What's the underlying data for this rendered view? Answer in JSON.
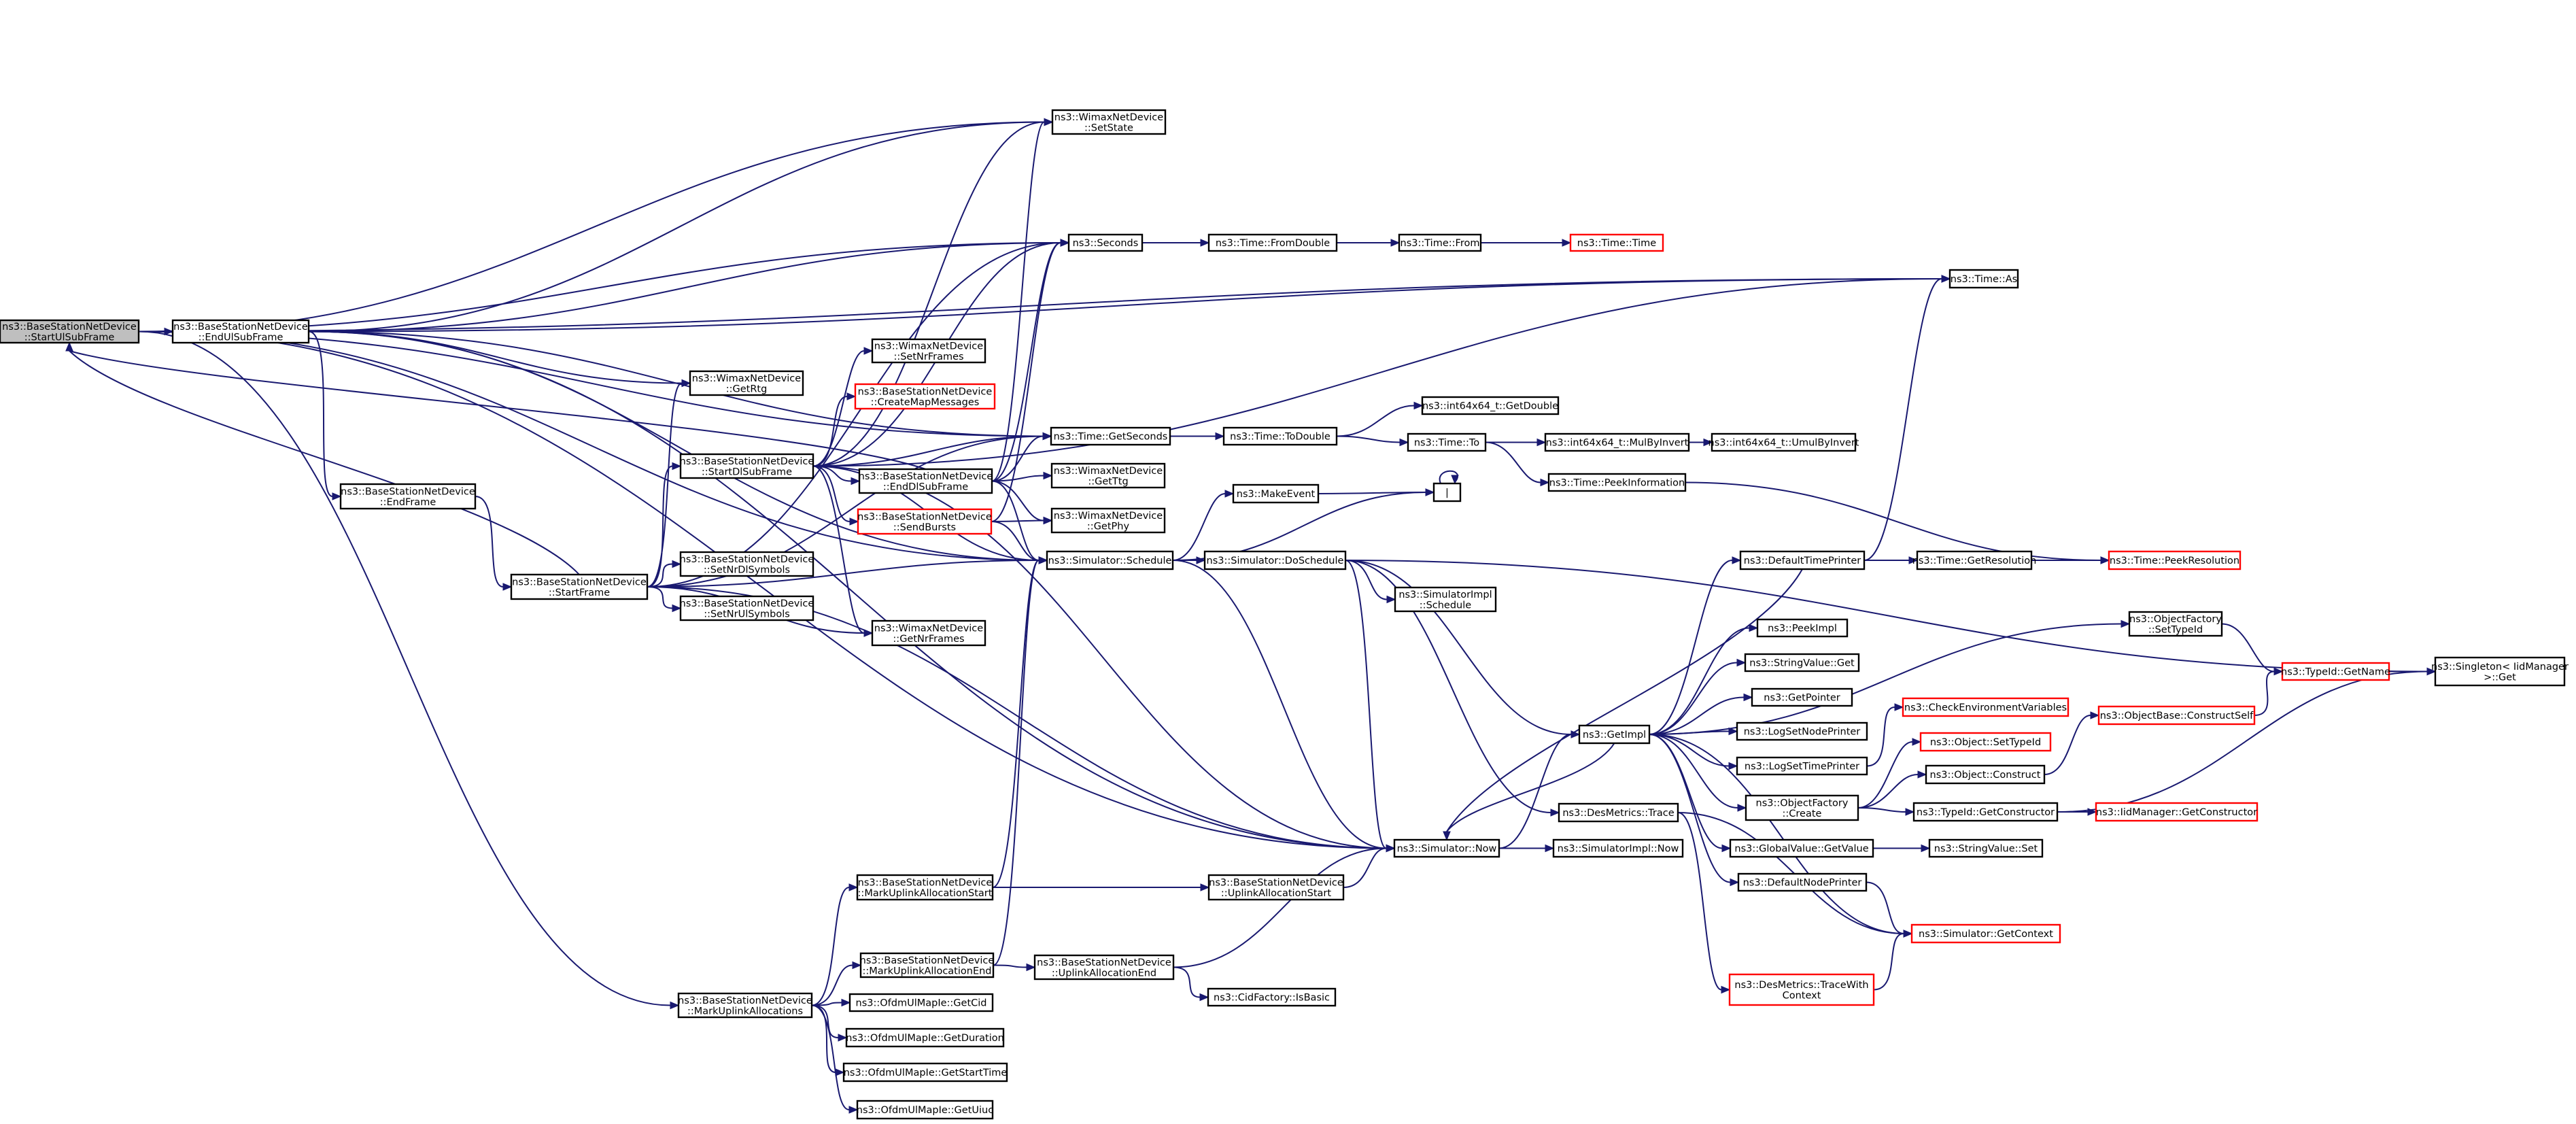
{
  "colors": {
    "edge": "#191970",
    "node_border": "#000000",
    "node_border_truncated": "#ff0000",
    "node_fill": "#ffffff",
    "root_fill": "#bfbfbf",
    "text": "#000000"
  },
  "nodes": [
    {
      "id": "n_startul",
      "lines": [
        "ns3::BaseStationNetDevice",
        "::StartUlSubFrame"
      ],
      "root": true
    },
    {
      "id": "n_endul",
      "lines": [
        "ns3::BaseStationNetDevice",
        "::EndUlSubFrame"
      ]
    },
    {
      "id": "n_setstate",
      "lines": [
        "ns3::WimaxNetDevice",
        "::SetState"
      ]
    },
    {
      "id": "n_seconds",
      "lines": [
        "ns3::Seconds"
      ]
    },
    {
      "id": "n_fromdouble",
      "lines": [
        "ns3::Time::FromDouble"
      ]
    },
    {
      "id": "n_from",
      "lines": [
        "ns3::Time::From"
      ]
    },
    {
      "id": "n_time",
      "lines": [
        "ns3::Time::Time"
      ],
      "truncated": true
    },
    {
      "id": "n_as",
      "lines": [
        "ns3::Time::As"
      ]
    },
    {
      "id": "n_setnrframes",
      "lines": [
        "ns3::WimaxNetDevice",
        "::SetNrFrames"
      ]
    },
    {
      "id": "n_createmap",
      "lines": [
        "ns3::BaseStationNetDevice",
        "::CreateMapMessages"
      ],
      "truncated": true
    },
    {
      "id": "n_getrtg",
      "lines": [
        "ns3::WimaxNetDevice",
        "::GetRtg"
      ]
    },
    {
      "id": "n_getseconds",
      "lines": [
        "ns3::Time::GetSeconds"
      ]
    },
    {
      "id": "n_todouble",
      "lines": [
        "ns3::Time::ToDouble"
      ]
    },
    {
      "id": "n_getdouble",
      "lines": [
        "ns3::int64x64_t::GetDouble"
      ]
    },
    {
      "id": "n_to",
      "lines": [
        "ns3::Time::To"
      ]
    },
    {
      "id": "n_mulbyinv",
      "lines": [
        "ns3::int64x64_t::MulByInvert"
      ]
    },
    {
      "id": "n_umulbyinv",
      "lines": [
        "ns3::int64x64_t::UmulByInvert"
      ]
    },
    {
      "id": "n_peekinfo",
      "lines": [
        "ns3::Time::PeekInformation"
      ]
    },
    {
      "id": "n_startdl",
      "lines": [
        "ns3::BaseStationNetDevice",
        "::StartDlSubFrame"
      ]
    },
    {
      "id": "n_enddl",
      "lines": [
        "ns3::BaseStationNetDevice",
        "::EndDlSubFrame"
      ]
    },
    {
      "id": "n_getttg",
      "lines": [
        "ns3::WimaxNetDevice",
        "::GetTtg"
      ]
    },
    {
      "id": "n_sendbursts",
      "lines": [
        "ns3::BaseStationNetDevice",
        "::SendBursts"
      ],
      "truncated": true
    },
    {
      "id": "n_getphy",
      "lines": [
        "ns3::WimaxNetDevice",
        "::GetPhy"
      ]
    },
    {
      "id": "n_endframe",
      "lines": [
        "ns3::BaseStationNetDevice",
        "::EndFrame"
      ]
    },
    {
      "id": "n_makeevent",
      "lines": [
        "ns3::MakeEvent"
      ]
    },
    {
      "id": "n_bar",
      "lines": [
        "|"
      ]
    },
    {
      "id": "n_schedule",
      "lines": [
        "ns3::Simulator::Schedule"
      ]
    },
    {
      "id": "n_doschedule",
      "lines": [
        "ns3::Simulator::DoSchedule"
      ]
    },
    {
      "id": "n_implsched",
      "lines": [
        "ns3::SimulatorImpl",
        "::Schedule"
      ]
    },
    {
      "id": "n_startframe",
      "lines": [
        "ns3::BaseStationNetDevice",
        "::StartFrame"
      ]
    },
    {
      "id": "n_setnrdl",
      "lines": [
        "ns3::BaseStationNetDevice",
        "::SetNrDlSymbols"
      ]
    },
    {
      "id": "n_setnrul",
      "lines": [
        "ns3::BaseStationNetDevice",
        "::SetNrUlSymbols"
      ]
    },
    {
      "id": "n_getnrframes",
      "lines": [
        "ns3::WimaxNetDevice",
        "::GetNrFrames"
      ]
    },
    {
      "id": "n_defaulttp",
      "lines": [
        "ns3::DefaultTimePrinter"
      ]
    },
    {
      "id": "n_getres",
      "lines": [
        "ns3::Time::GetResolution"
      ]
    },
    {
      "id": "n_peekres",
      "lines": [
        "ns3::Time::PeekResolution"
      ],
      "truncated": true
    },
    {
      "id": "n_peekimpl",
      "lines": [
        "ns3::PeekImpl"
      ]
    },
    {
      "id": "n_strvalget",
      "lines": [
        "ns3::StringValue::Get"
      ]
    },
    {
      "id": "n_getpointer",
      "lines": [
        "ns3::GetPointer"
      ]
    },
    {
      "id": "n_logsetnp",
      "lines": [
        "ns3::LogSetNodePrinter"
      ]
    },
    {
      "id": "n_logsettp",
      "lines": [
        "ns3::LogSetTimePrinter"
      ]
    },
    {
      "id": "n_getimpl",
      "lines": [
        "ns3::GetImpl"
      ]
    },
    {
      "id": "n_ofsettid",
      "lines": [
        "ns3::ObjectFactory",
        "::SetTypeId"
      ]
    },
    {
      "id": "n_tidgetname",
      "lines": [
        "ns3::TypeId::GetName"
      ],
      "truncated": true
    },
    {
      "id": "n_singleton",
      "lines": [
        "ns3::Singleton< IidManager",
        ">::Get"
      ]
    },
    {
      "id": "n_checkenv",
      "lines": [
        "ns3::CheckEnvironmentVariables"
      ],
      "truncated": true
    },
    {
      "id": "n_obconstruct",
      "lines": [
        "ns3::ObjectBase::ConstructSelf"
      ],
      "truncated": true
    },
    {
      "id": "n_objsettid",
      "lines": [
        "ns3::Object::SetTypeId"
      ],
      "truncated": true
    },
    {
      "id": "n_objconstruct",
      "lines": [
        "ns3::Object::Construct"
      ]
    },
    {
      "id": "n_ofcreate",
      "lines": [
        "ns3::ObjectFactory",
        "::Create"
      ]
    },
    {
      "id": "n_tidgetctor",
      "lines": [
        "ns3::TypeId::GetConstructor"
      ]
    },
    {
      "id": "n_iidgetctor",
      "lines": [
        "ns3::IidManager::GetConstructor"
      ],
      "truncated": true
    },
    {
      "id": "n_desmtrace",
      "lines": [
        "ns3::DesMetrics::Trace"
      ]
    },
    {
      "id": "n_now",
      "lines": [
        "ns3::Simulator::Now"
      ]
    },
    {
      "id": "n_implnow",
      "lines": [
        "ns3::SimulatorImpl::Now"
      ]
    },
    {
      "id": "n_gvgetvalue",
      "lines": [
        "ns3::GlobalValue::GetValue"
      ]
    },
    {
      "id": "n_strvalset",
      "lines": [
        "ns3::StringValue::Set"
      ]
    },
    {
      "id": "n_defaultnp",
      "lines": [
        "ns3::DefaultNodePrinter"
      ]
    },
    {
      "id": "n_markulstart",
      "lines": [
        "ns3::BaseStationNetDevice",
        "::MarkUplinkAllocationStart"
      ]
    },
    {
      "id": "n_ulstart",
      "lines": [
        "ns3::BaseStationNetDevice",
        "::UplinkAllocationStart"
      ]
    },
    {
      "id": "n_getcontext",
      "lines": [
        "ns3::Simulator::GetContext"
      ],
      "truncated": true
    },
    {
      "id": "n_tracewctx",
      "lines": [
        "ns3::DesMetrics::TraceWith",
        "Context"
      ],
      "truncated": true
    },
    {
      "id": "n_markulend",
      "lines": [
        "ns3::BaseStationNetDevice",
        "::MarkUplinkAllocationEnd"
      ]
    },
    {
      "id": "n_ulend",
      "lines": [
        "ns3::BaseStationNetDevice",
        "::UplinkAllocationEnd"
      ]
    },
    {
      "id": "n_cidisbasic",
      "lines": [
        "ns3::CidFactory::IsBasic"
      ]
    },
    {
      "id": "n_markulalloc",
      "lines": [
        "ns3::BaseStationNetDevice",
        "::MarkUplinkAllocations"
      ]
    },
    {
      "id": "n_getcid",
      "lines": [
        "ns3::OfdmUlMapIe::GetCid"
      ]
    },
    {
      "id": "n_getduration",
      "lines": [
        "ns3::OfdmUlMapIe::GetDuration"
      ]
    },
    {
      "id": "n_getstarttime",
      "lines": [
        "ns3::OfdmUlMapIe::GetStartTime"
      ]
    },
    {
      "id": "n_getuiuc",
      "lines": [
        "ns3::OfdmUlMapIe::GetUiuc"
      ]
    }
  ],
  "edges": [
    [
      "n_startul",
      "n_endul"
    ],
    [
      "n_startul",
      "n_setstate"
    ],
    [
      "n_startul",
      "n_seconds"
    ],
    [
      "n_startul",
      "n_as"
    ],
    [
      "n_startul",
      "n_getseconds"
    ],
    [
      "n_startul",
      "n_schedule"
    ],
    [
      "n_startul",
      "n_now"
    ],
    [
      "n_startul",
      "n_markulalloc"
    ],
    [
      "n_endul",
      "n_setstate"
    ],
    [
      "n_endul",
      "n_seconds"
    ],
    [
      "n_endul",
      "n_as"
    ],
    [
      "n_endul",
      "n_getrtg"
    ],
    [
      "n_endul",
      "n_getseconds"
    ],
    [
      "n_endul",
      "n_endframe"
    ],
    [
      "n_endul",
      "n_schedule"
    ],
    [
      "n_endul",
      "n_now"
    ],
    [
      "n_endframe",
      "n_startframe"
    ],
    [
      "n_startframe",
      "n_getrtg"
    ],
    [
      "n_startframe",
      "n_startdl"
    ],
    [
      "n_startframe",
      "n_setnrdl"
    ],
    [
      "n_startframe",
      "n_setnrul"
    ],
    [
      "n_startframe",
      "n_getnrframes"
    ],
    [
      "n_startframe",
      "n_getseconds"
    ],
    [
      "n_startframe",
      "n_schedule"
    ],
    [
      "n_startframe",
      "n_now"
    ],
    [
      "n_startframe",
      "n_seconds"
    ],
    [
      "n_startframe",
      "n_startul"
    ],
    [
      "n_startdl",
      "n_setstate"
    ],
    [
      "n_startdl",
      "n_seconds"
    ],
    [
      "n_startdl",
      "n_as"
    ],
    [
      "n_startdl",
      "n_setnrframes"
    ],
    [
      "n_startdl",
      "n_createmap"
    ],
    [
      "n_startdl",
      "n_getseconds"
    ],
    [
      "n_startdl",
      "n_enddl"
    ],
    [
      "n_startdl",
      "n_sendbursts"
    ],
    [
      "n_startdl",
      "n_schedule"
    ],
    [
      "n_startdl",
      "n_getnrframes"
    ],
    [
      "n_startdl",
      "n_now"
    ],
    [
      "n_enddl",
      "n_setstate"
    ],
    [
      "n_enddl",
      "n_seconds"
    ],
    [
      "n_enddl",
      "n_getseconds"
    ],
    [
      "n_enddl",
      "n_getttg"
    ],
    [
      "n_enddl",
      "n_getphy"
    ],
    [
      "n_enddl",
      "n_schedule"
    ],
    [
      "n_enddl",
      "n_startul"
    ],
    [
      "n_sendbursts",
      "n_seconds"
    ],
    [
      "n_sendbursts",
      "n_getphy"
    ],
    [
      "n_sendbursts",
      "n_schedule"
    ],
    [
      "n_seconds",
      "n_fromdouble"
    ],
    [
      "n_fromdouble",
      "n_from"
    ],
    [
      "n_from",
      "n_time"
    ],
    [
      "n_getseconds",
      "n_todouble"
    ],
    [
      "n_todouble",
      "n_getdouble"
    ],
    [
      "n_todouble",
      "n_to"
    ],
    [
      "n_to",
      "n_mulbyinv"
    ],
    [
      "n_to",
      "n_peekinfo"
    ],
    [
      "n_mulbyinv",
      "n_umulbyinv"
    ],
    [
      "n_peekinfo",
      "n_peekres"
    ],
    [
      "n_schedule",
      "n_makeevent"
    ],
    [
      "n_schedule",
      "n_bar"
    ],
    [
      "n_schedule",
      "n_doschedule"
    ],
    [
      "n_schedule",
      "n_now"
    ],
    [
      "n_makeevent",
      "n_bar"
    ],
    [
      "n_bar",
      "n_bar"
    ],
    [
      "n_doschedule",
      "n_implsched"
    ],
    [
      "n_doschedule",
      "n_getimpl"
    ],
    [
      "n_doschedule",
      "n_desmtrace"
    ],
    [
      "n_doschedule",
      "n_now"
    ],
    [
      "n_doschedule",
      "n_singleton"
    ],
    [
      "n_now",
      "n_getimpl"
    ],
    [
      "n_now",
      "n_implnow"
    ],
    [
      "n_getimpl",
      "n_defaulttp"
    ],
    [
      "n_getimpl",
      "n_peekimpl"
    ],
    [
      "n_getimpl",
      "n_strvalget"
    ],
    [
      "n_getimpl",
      "n_getpointer"
    ],
    [
      "n_getimpl",
      "n_logsetnp"
    ],
    [
      "n_getimpl",
      "n_logsettp"
    ],
    [
      "n_getimpl",
      "n_ofsettid"
    ],
    [
      "n_getimpl",
      "n_ofcreate"
    ],
    [
      "n_getimpl",
      "n_gvgetvalue"
    ],
    [
      "n_getimpl",
      "n_defaultnp"
    ],
    [
      "n_getimpl",
      "n_getcontext"
    ],
    [
      "n_getimpl",
      "n_now"
    ],
    [
      "n_defaulttp",
      "n_getres"
    ],
    [
      "n_defaulttp",
      "n_as"
    ],
    [
      "n_defaulttp",
      "n_now"
    ],
    [
      "n_getres",
      "n_peekres"
    ],
    [
      "n_ofsettid",
      "n_tidgetname"
    ],
    [
      "n_tidgetname",
      "n_singleton"
    ],
    [
      "n_logsettp",
      "n_checkenv"
    ],
    [
      "n_ofcreate",
      "n_objsettid"
    ],
    [
      "n_ofcreate",
      "n_objconstruct"
    ],
    [
      "n_ofcreate",
      "n_tidgetctor"
    ],
    [
      "n_objconstruct",
      "n_obconstruct"
    ],
    [
      "n_obconstruct",
      "n_tidgetname"
    ],
    [
      "n_tidgetctor",
      "n_iidgetctor"
    ],
    [
      "n_tidgetctor",
      "n_singleton"
    ],
    [
      "n_gvgetvalue",
      "n_strvalset"
    ],
    [
      "n_defaultnp",
      "n_getcontext"
    ],
    [
      "n_desmtrace",
      "n_tracewctx"
    ],
    [
      "n_desmtrace",
      "n_getcontext"
    ],
    [
      "n_tracewctx",
      "n_getcontext"
    ],
    [
      "n_markulalloc",
      "n_markulstart"
    ],
    [
      "n_markulalloc",
      "n_markulend"
    ],
    [
      "n_markulalloc",
      "n_getcid"
    ],
    [
      "n_markulalloc",
      "n_getduration"
    ],
    [
      "n_markulalloc",
      "n_getstarttime"
    ],
    [
      "n_markulalloc",
      "n_getuiuc"
    ],
    [
      "n_markulstart",
      "n_schedule"
    ],
    [
      "n_markulstart",
      "n_ulstart"
    ],
    [
      "n_markulend",
      "n_schedule"
    ],
    [
      "n_markulend",
      "n_ulend"
    ],
    [
      "n_ulstart",
      "n_now"
    ],
    [
      "n_ulend",
      "n_now"
    ],
    [
      "n_ulend",
      "n_cidisbasic"
    ]
  ]
}
